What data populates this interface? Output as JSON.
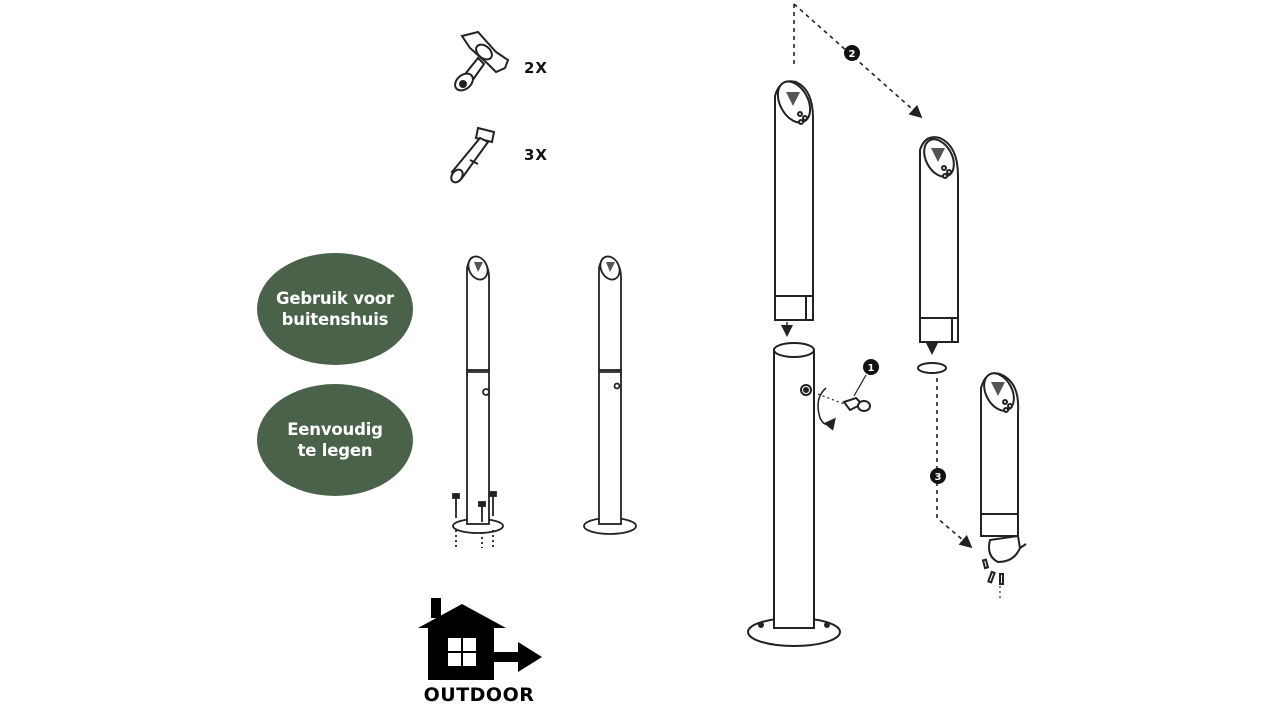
{
  "badges": [
    {
      "id": "badge-outdoor-use",
      "text": "Gebruik voor\nbuitenshuis"
    },
    {
      "id": "badge-easy-empty",
      "text": "Eenvoudig\nte legen"
    }
  ],
  "parts": {
    "key_qty": "2X",
    "bolt_qty": "3X"
  },
  "outdoor": {
    "label": "OUTDOOR"
  },
  "steps": [
    "1",
    "2",
    "3"
  ],
  "colors": {
    "badge_green": "#4a6249",
    "line": "#222222"
  }
}
